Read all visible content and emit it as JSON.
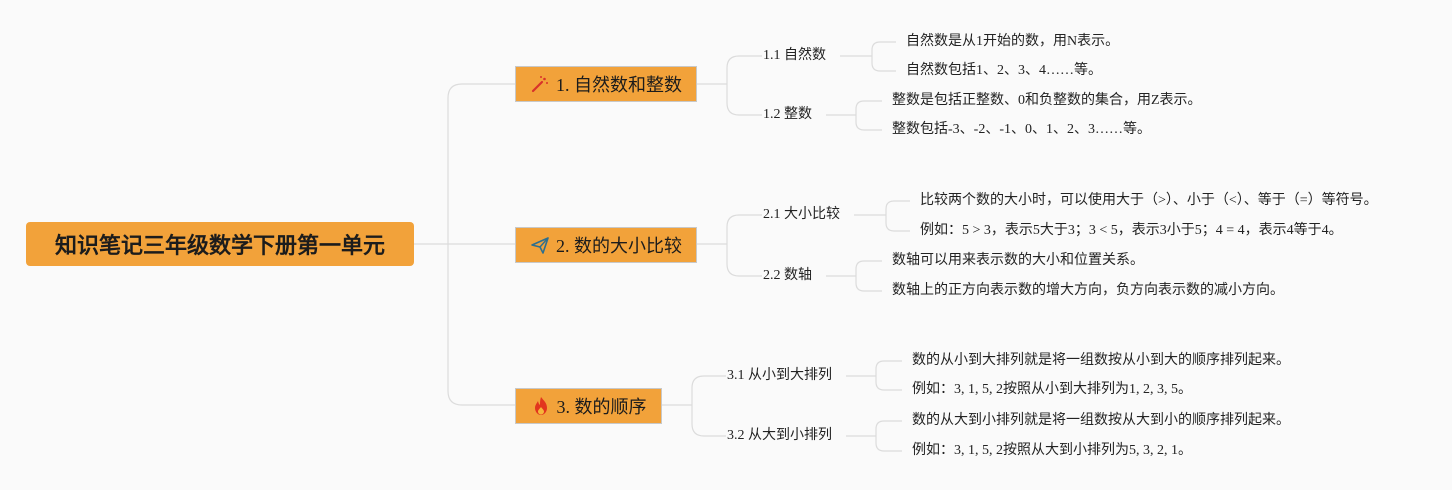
{
  "root": {
    "title": "知识笔记三年级数学下册第一单元"
  },
  "topics": [
    {
      "label": "1. 自然数和整数",
      "icon": "magic-wand-icon",
      "subtopics": [
        {
          "label": "1.1 自然数",
          "leaves": [
            "自然数是从1开始的数，用N表示。",
            "自然数包括1、2、3、4……等。"
          ]
        },
        {
          "label": "1.2 整数",
          "leaves": [
            "整数是包括正整数、0和负整数的集合，用Z表示。",
            "整数包括-3、-2、-1、0、1、2、3……等。"
          ]
        }
      ]
    },
    {
      "label": "2. 数的大小比较",
      "icon": "paper-plane-icon",
      "subtopics": [
        {
          "label": "2.1 大小比较",
          "leaves": [
            "比较两个数的大小时，可以使用大于（>）、小于（<）、等于（=）等符号。",
            "例如：5 > 3，表示5大于3；3 < 5，表示3小于5；4 = 4，表示4等于4。"
          ]
        },
        {
          "label": "2.2 数轴",
          "leaves": [
            "数轴可以用来表示数的大小和位置关系。",
            "数轴上的正方向表示数的增大方向，负方向表示数的减小方向。"
          ]
        }
      ]
    },
    {
      "label": "3. 数的顺序",
      "icon": "fire-icon",
      "subtopics": [
        {
          "label": "3.1 从小到大排列",
          "leaves": [
            "数的从小到大排列就是将一组数按从小到大的顺序排列起来。",
            "例如：3, 1, 5, 2按照从小到大排列为1, 2, 3, 5。"
          ]
        },
        {
          "label": "3.2 从大到小排列",
          "leaves": [
            "数的从大到小排列就是将一组数按从大到小的顺序排列起来。",
            "例如：3, 1, 5, 2按照从大到小排列为5, 3, 2, 1。"
          ]
        }
      ]
    }
  ]
}
